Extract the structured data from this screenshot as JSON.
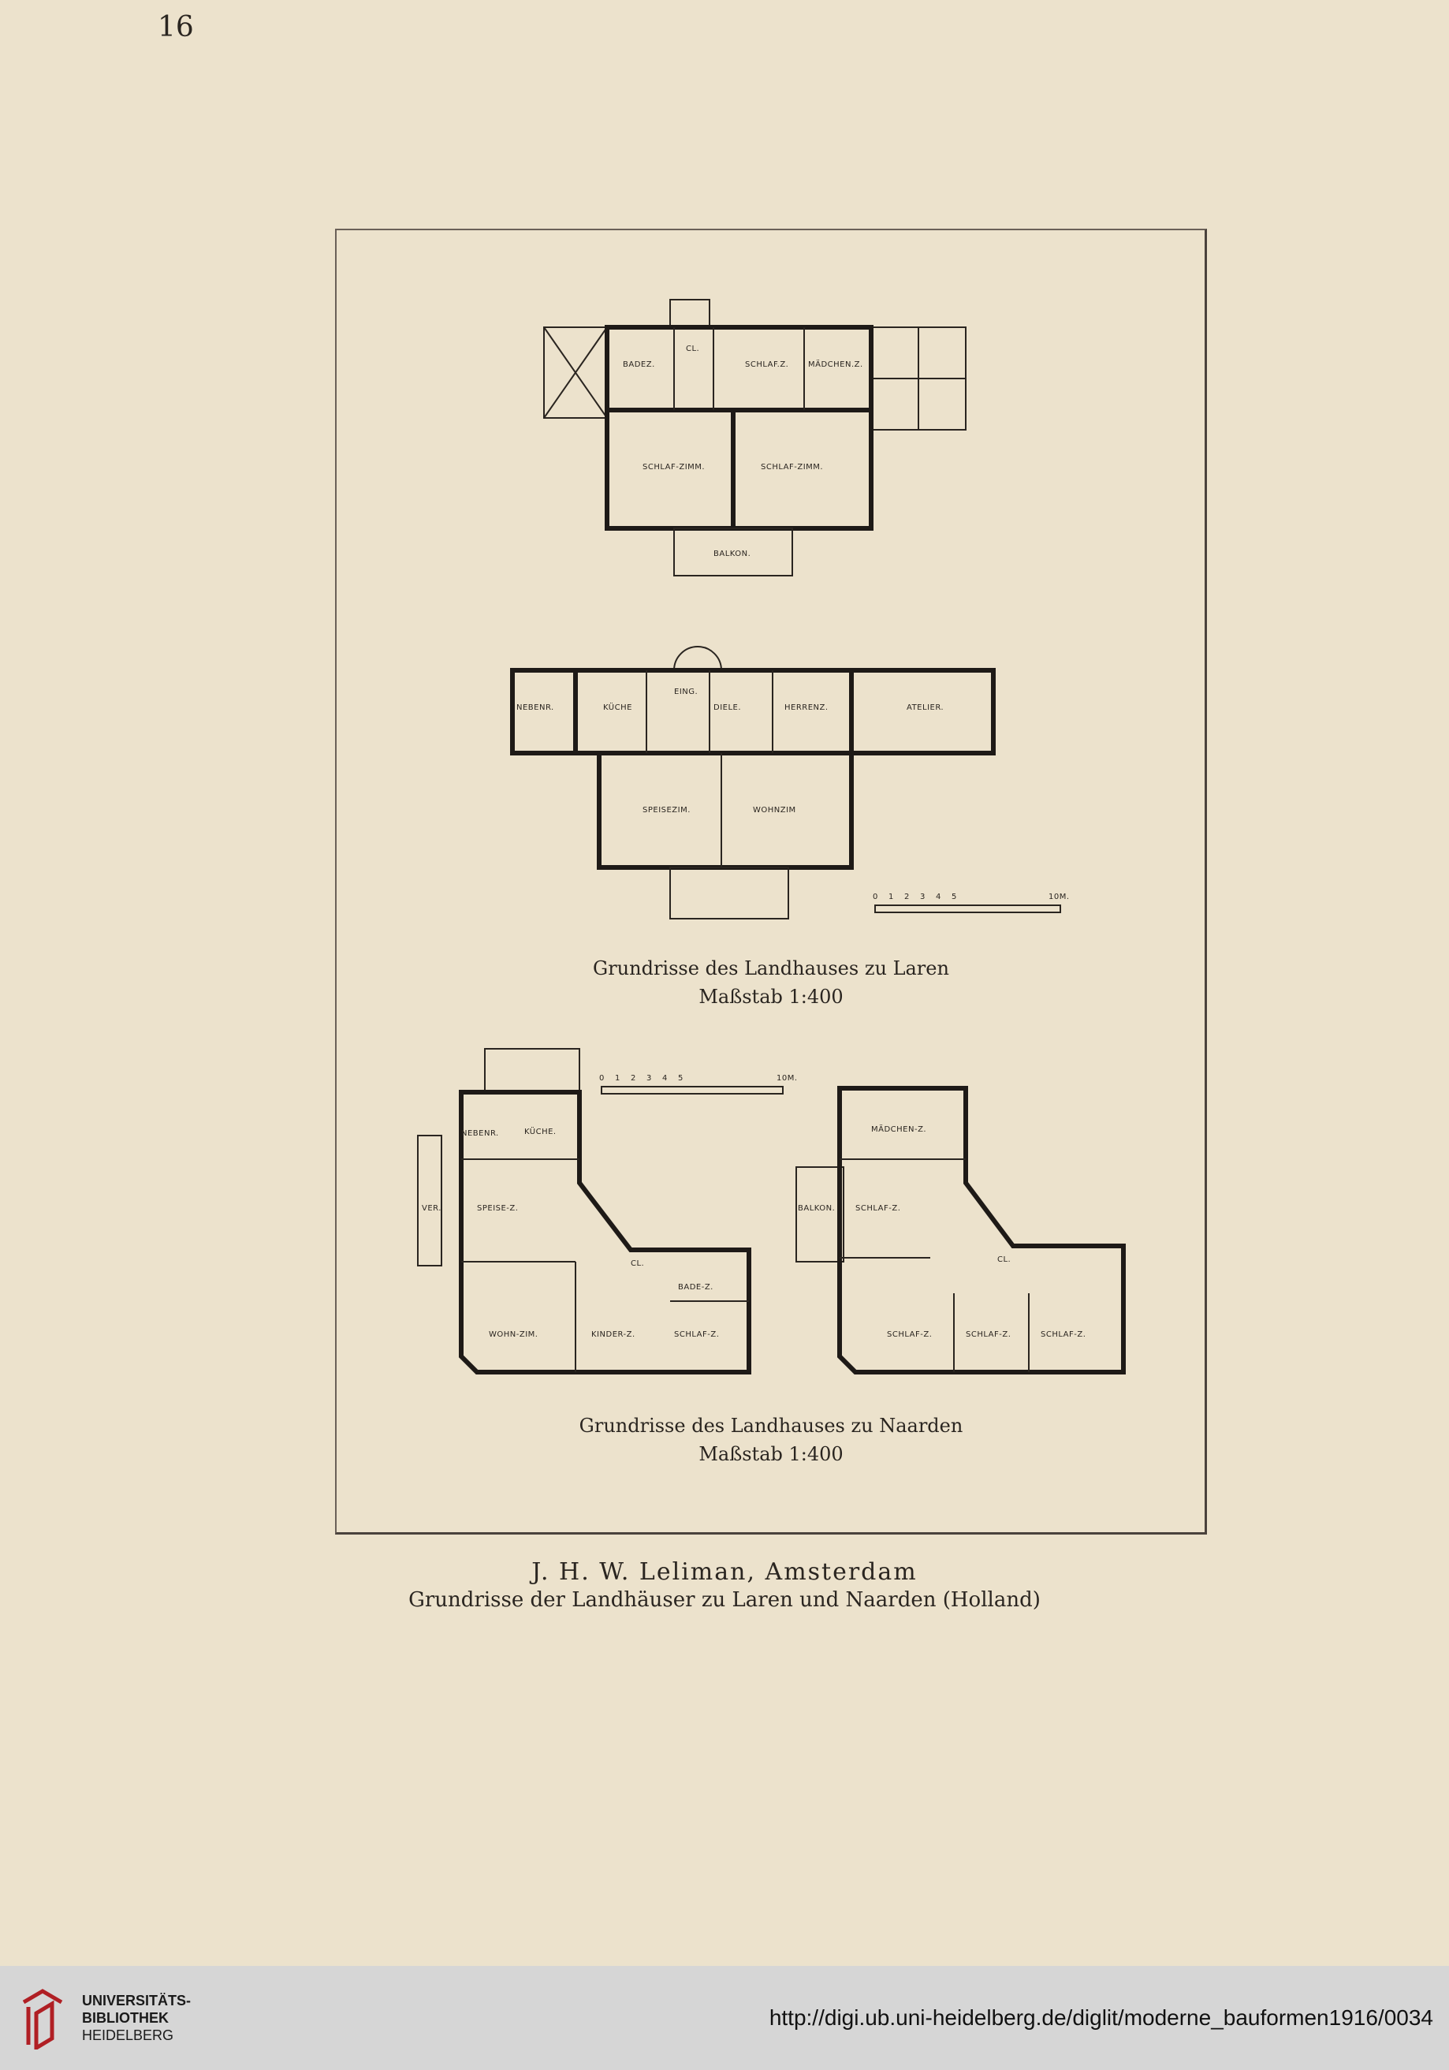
{
  "page_number": "16",
  "plans": {
    "laren_upper": {
      "rooms": [
        "BADEZ.",
        "CL.",
        "SCHLAF.Z.",
        "MÄDCHEN.Z.",
        "SCHLAF-ZIMM.",
        "SCHLAF-ZIMM.",
        "BALKON."
      ]
    },
    "laren_ground": {
      "rooms": [
        "NEBENR.",
        "KÜCHE",
        "EING.",
        "DIELE.",
        "HERRENZ.",
        "ATELIER.",
        "SPEISEZIM.",
        "WOHNZIM"
      ],
      "scale_ticks": [
        "0",
        "1",
        "2",
        "3",
        "4",
        "5",
        "10M."
      ]
    },
    "naarden_ground": {
      "rooms": [
        "NEBENR.",
        "KÜCHE.",
        "VER.",
        "SPEISE-Z.",
        "CL.",
        "BADE-Z.",
        "WOHN-ZIM.",
        "KINDER-Z.",
        "SCHLAF-Z."
      ],
      "scale_ticks": [
        "0",
        "1",
        "2",
        "3",
        "4",
        "5",
        "10M."
      ]
    },
    "naarden_upper": {
      "rooms": [
        "MÄDCHEN-Z.",
        "BALKON.",
        "SCHLAF-Z.",
        "CL.",
        "SCHLAF-Z.",
        "SCHLAF-Z.",
        "SCHLAF-Z."
      ]
    }
  },
  "captions": {
    "laren_title": "Grundrisse des Landhauses zu Laren",
    "laren_scale": "Maßstab 1:400",
    "naarden_title": "Grundrisse des Landhauses zu Naarden",
    "naarden_scale": "Maßstab 1:400"
  },
  "credit": {
    "name": "J. H. W. Leliman, Amsterdam",
    "subtitle": "Grundrisse der Landhäuser zu Laren und Naarden (Holland)"
  },
  "footer": {
    "library_line1": "UNIVERSITÄTS-",
    "library_line2": "BIBLIOTHEK",
    "library_line3": "HEIDELBERG",
    "url": "http://digi.ub.uni-heidelberg.de/diglit/moderne_bauformen1916/0034"
  },
  "colors": {
    "paper": "#ece2cc",
    "ink": "#1e1a17",
    "footer_bg": "#d6d6d6",
    "logo_red": "#b01f24"
  }
}
